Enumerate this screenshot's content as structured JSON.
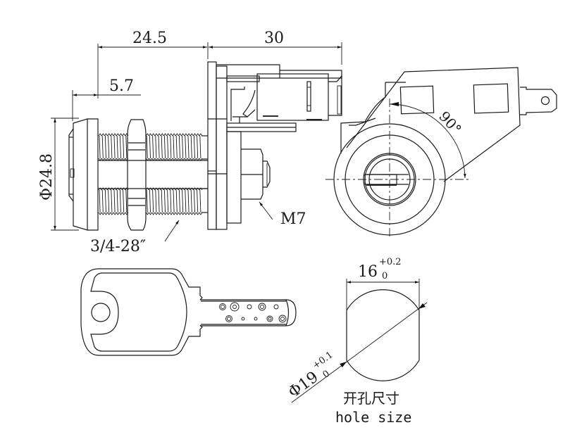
{
  "drawing": {
    "title": "Cam lock technical drawing",
    "dimensions": {
      "body_length": "24.5",
      "cam_length": "30",
      "head_thickness": "5.7",
      "head_diameter": "Φ24.8",
      "thread_spec": "3/4-28″",
      "cam_screw": "M7",
      "rotation_angle": "90°"
    },
    "hole_size": {
      "width_value": "16",
      "width_tol_upper": "+0.2",
      "width_tol_lower": "0",
      "diameter_value": "Φ19",
      "diameter_tol_upper": "+0.1",
      "diameter_tol_lower": "0",
      "label_cn": "开孔尺寸",
      "label_en": "hole size"
    },
    "views": [
      "side-view",
      "front-view",
      "key-view",
      "hole-cutout-view"
    ]
  }
}
